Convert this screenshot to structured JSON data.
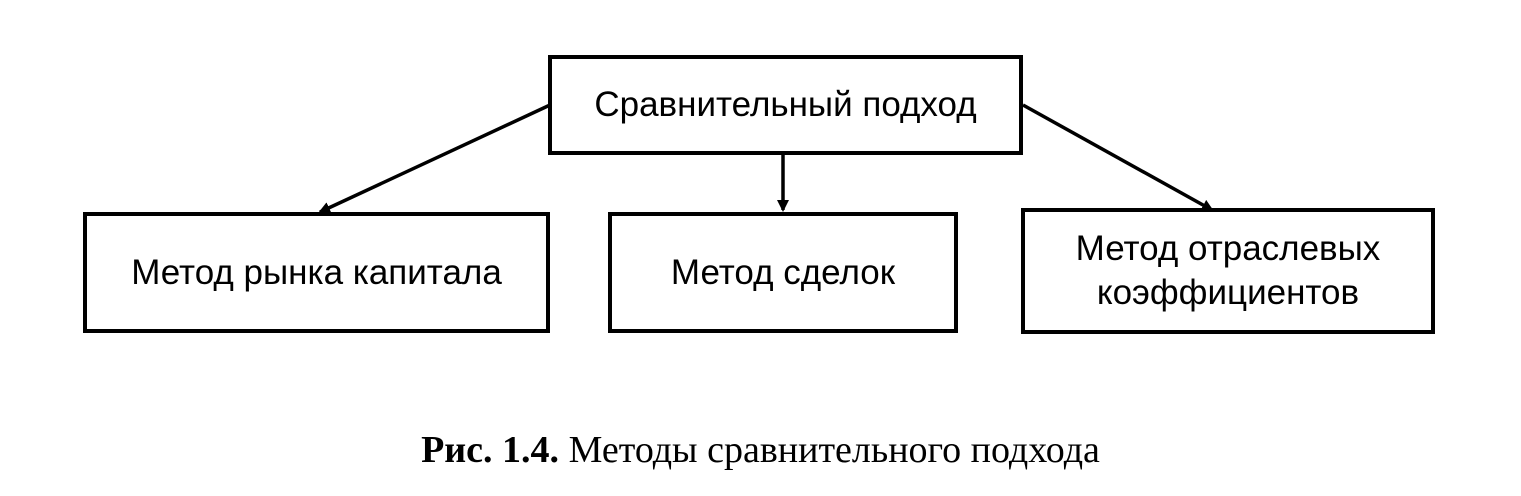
{
  "diagram": {
    "root": {
      "label": "Сравнительный подход"
    },
    "children": [
      {
        "label": "Метод рынка капитала"
      },
      {
        "label": "Метод сделок"
      },
      {
        "label": "Метод отраслевых\nкоэффициентов"
      }
    ]
  },
  "caption": {
    "number": "Рис. 1.4.",
    "text": "Методы сравнительного подхода"
  }
}
